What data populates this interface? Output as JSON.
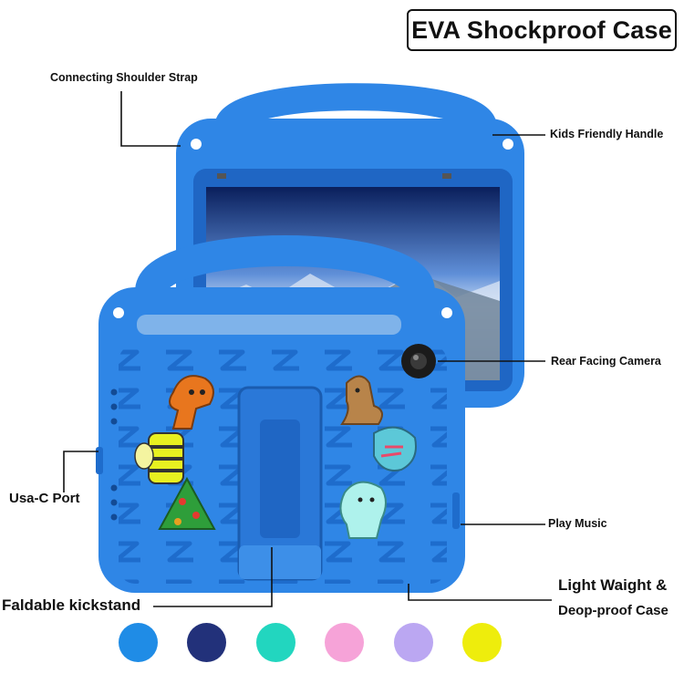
{
  "title": "EVA Shockproof Case",
  "callouts": {
    "shoulder_strap": "Connecting Shoulder Strap",
    "handle": "Kids Friendly Handle",
    "camera": "Rear Facing Camera",
    "usb": "Usa-C Port",
    "music": "Play Music",
    "lightweight_line1": "Light Waight &",
    "lightweight_line2": "Deop-proof Case",
    "kickstand": "Faldable kickstand"
  },
  "colors": {
    "case_blue": "#2f86e6",
    "case_dark": "#1f66c4",
    "swatches": [
      "#1f8ce6",
      "#22317a",
      "#22d6bf",
      "#f6a3d8",
      "#bba7f2",
      "#eeed0c"
    ]
  }
}
